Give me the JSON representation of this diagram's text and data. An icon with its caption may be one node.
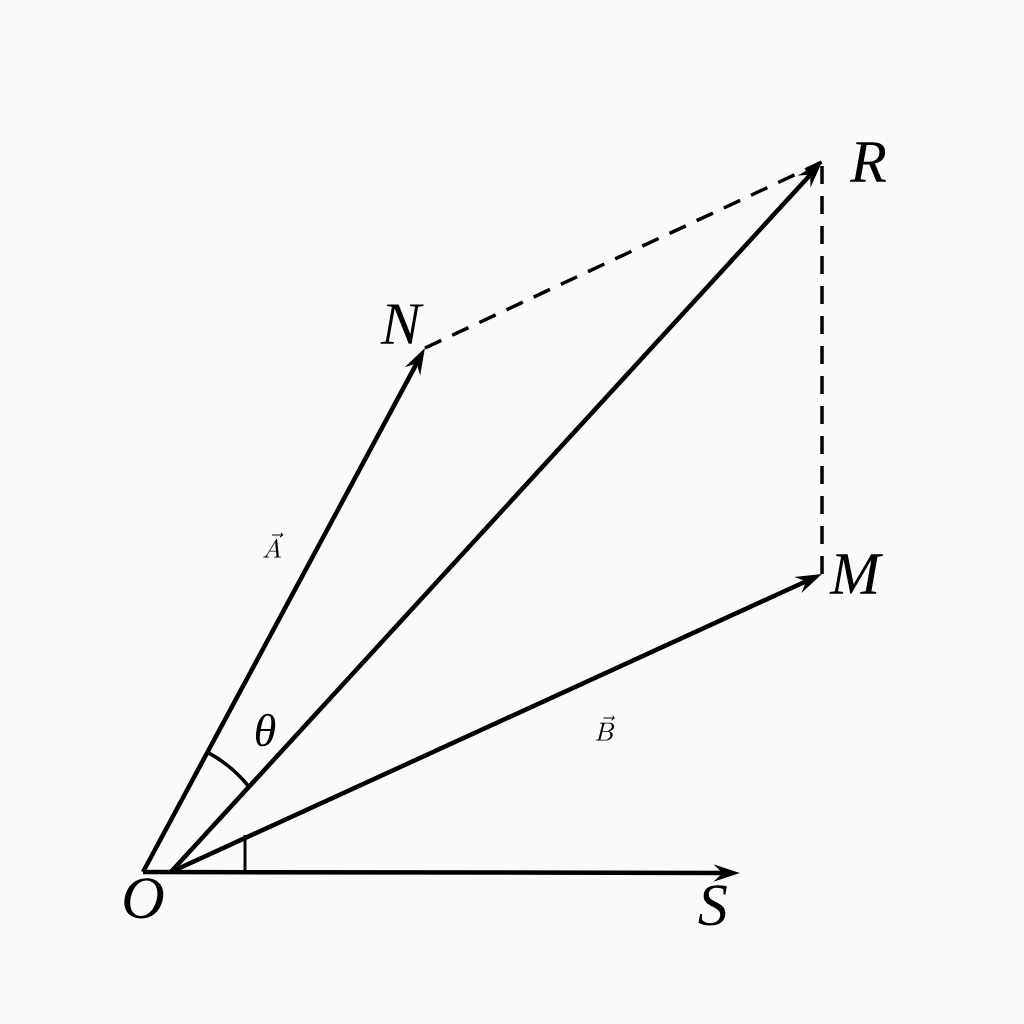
{
  "diagram": {
    "nodes": [
      {
        "text": [
          "O"
        ]
      },
      {
        "text": [
          "N"
        ]
      },
      {
        "text": [
          "R"
        ]
      },
      {
        "text": [
          "M"
        ]
      },
      {
        "text": [
          "S"
        ]
      }
    ],
    "edges": [
      {
        "from": 0,
        "to": 1,
        "arrow": "to",
        "label": "\\vec{A}"
      },
      {
        "from": 0,
        "to": 2,
        "arrow": "to"
      },
      {
        "from": 0,
        "to": 3,
        "arrow": "to",
        "label": "\\vec{B}"
      },
      {
        "from": 0,
        "to": 4,
        "arrow": "to"
      },
      {
        "from": 1,
        "to": 2,
        "arrow": "none",
        "style": "dashed"
      },
      {
        "from": 3,
        "to": 2,
        "arrow": "none",
        "style": "dashed"
      }
    ],
    "labels": [
      "θ"
    ]
  }
}
